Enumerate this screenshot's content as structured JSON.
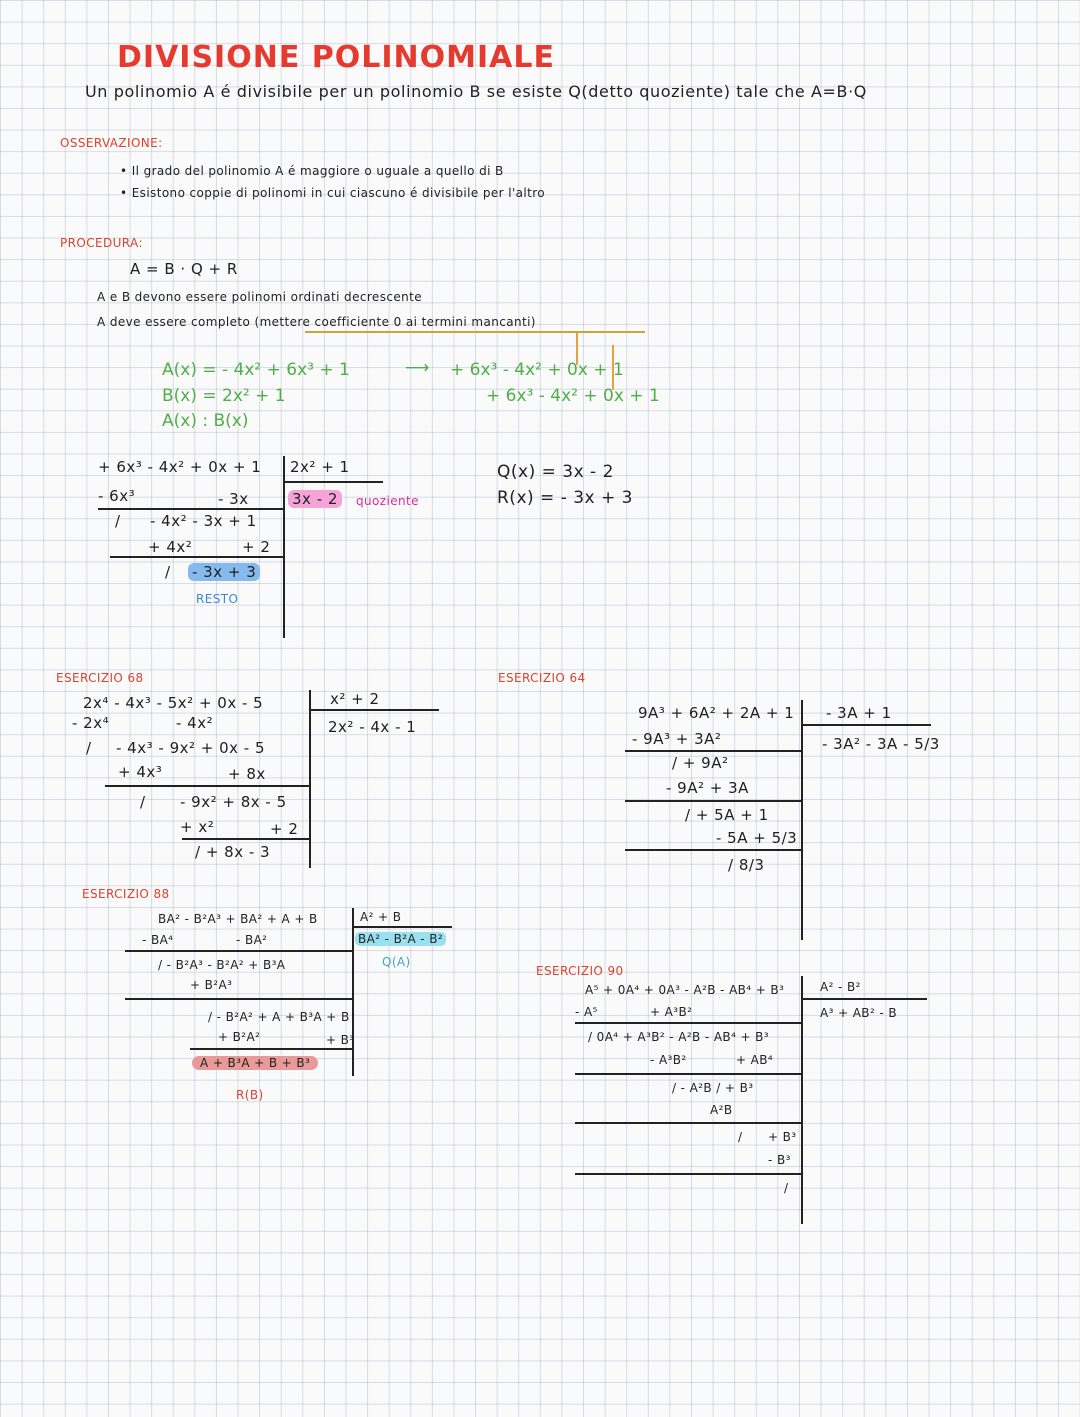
{
  "title": "DIVISIONE POLINOMIALE",
  "intro": "Un polinomio A é divisibile per un polinomio B se esiste Q(detto quoziente) tale che  A=B·Q",
  "osservazione": {
    "heading": "OSSERVAZIONE:",
    "bullets": [
      "• Il grado del polinomio A é maggiore o uguale a quello di B",
      "• Esistono coppie di polinomi in cui ciascuno é divisibile per l'altro"
    ]
  },
  "procedura": {
    "heading": "PROCEDURA:",
    "formula": "A = B · Q + R",
    "rule1": "A e B devono essere polinomi ordinati decrescente",
    "rule2": "A deve essere completo (mettere coefficiente 0 ai termini mancanti)",
    "ax": "A(x) = - 4x² + 6x³ + 1",
    "arrow": "⟶",
    "ax_ordered": "+ 6x³ - 4x² + 0x + 1",
    "bx": "B(x) = 2x² + 1",
    "bx_ordered": "+ 6x³ - 4x² + 0x + 1",
    "div": "A(x) : B(x)"
  },
  "example": {
    "dividend": "+ 6x³ - 4x² + 0x + 1",
    "divisor": "2x² + 1",
    "r1": "- 6x³",
    "r1b": "- 3x",
    "quot": "3x - 2",
    "quot_label": "quoziente",
    "r2": "/",
    "r2b": "- 4x² - 3x + 1",
    "r3": "+ 4x²",
    "r3b": "+ 2",
    "r4": "/",
    "rest": "- 3x + 3",
    "rest_label": "RESTO",
    "q_result": "Q(x) = 3x - 2",
    "r_result": "R(x) = - 3x + 3"
  },
  "es68": {
    "label": "ESERCIZIO 68",
    "dividend": "2x⁴ - 4x³ - 5x² + 0x - 5",
    "divisor": "x² + 2",
    "quot": "2x² - 4x - 1",
    "l1": "- 2x⁴",
    "l1b": "- 4x²",
    "l2a": "/",
    "l2": "- 4x³ - 9x² + 0x - 5",
    "l3": "+ 4x³",
    "l3b": "+ 8x",
    "l4a": "/",
    "l4": "- 9x² + 8x - 5",
    "l5": "+ x²",
    "l5b": "+ 2",
    "l6": "/   + 8x  - 3"
  },
  "es64": {
    "label": "ESERCIZIO 64",
    "dividend": "9A³ + 6A² + 2A + 1",
    "divisor": "- 3A + 1",
    "quot": "- 3A² - 3A - 5/3",
    "l1": "- 9A³ + 3A²",
    "l2": "/  + 9A²",
    "l3": "- 9A² + 3A",
    "l4": "/  + 5A + 1",
    "l5": "- 5A + 5/3",
    "l6": "/   8/3"
  },
  "es88": {
    "label": "ESERCIZIO 88",
    "dividend": "BA² - B²A³ + BA² + A + B",
    "divisor": "A² + B",
    "quot": "BA² - B²A - B²",
    "q_label": "Q(A)",
    "l1": "- BA⁴",
    "l1b": "- BA²",
    "l2": "/  - B²A³ - B²A² + B³A",
    "l3": "+ B²A³",
    "l4": "/ - B²A² + A + B³A + B",
    "l5": "+ B²A²",
    "l5b": "+ B³",
    "rest": "A + B³A + B + B³",
    "r_label": "R(B)"
  },
  "es90": {
    "label": "ESERCIZIO 90",
    "dividend": "A⁵ + 0A⁴ + 0A³ - A²B - AB⁴ + B³",
    "divisor": "A² - B²",
    "quot": "A³ + AB² - B",
    "l1": "- A⁵",
    "l1b": "+ A³B²",
    "l2": "/  0A⁴ + A³B² - A²B - AB⁴ + B³",
    "l3": "- A³B²",
    "l3b": "+ AB⁴",
    "l4": "/  - A²B / + B³",
    "l5": "A²B",
    "l6a": "/",
    "l6": "+ B³",
    "l7": "- B³",
    "l8": "/"
  }
}
